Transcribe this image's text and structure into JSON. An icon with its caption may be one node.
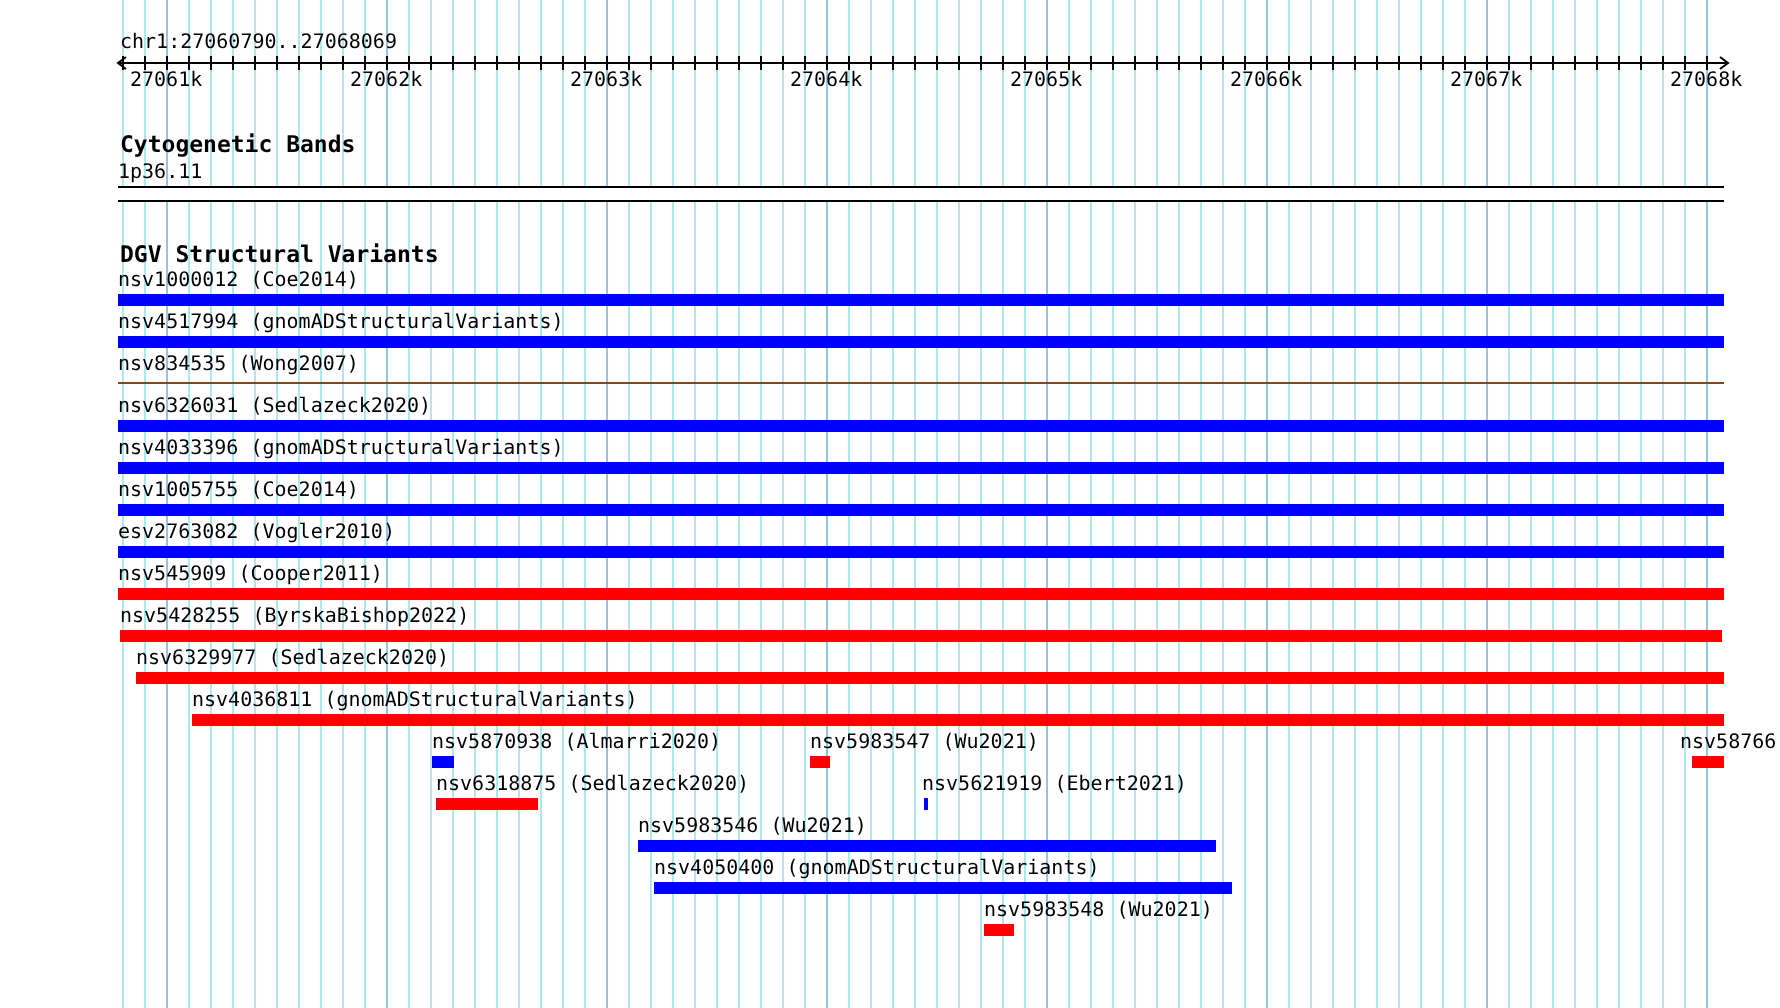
{
  "diagram": {
    "nodes": [
      {
        "text": [
          "1p36.11"
        ]
      },
      {
        "text": [
          "nsv1000012 (Coe2014)"
        ]
      },
      {
        "text": [
          "nsv4517994 (gnomADStructuralVariants)"
        ]
      },
      {
        "text": [
          "nsv834535 (Wong2007)"
        ]
      },
      {
        "text": [
          "nsv6326031 (Sedlazeck2020)"
        ]
      },
      {
        "text": [
          "nsv4033396 (gnomADStructuralVariants)"
        ]
      },
      {
        "text": [
          "nsv1005755 (Coe2014)"
        ]
      },
      {
        "text": [
          "esv2763082 (Vogler2010)"
        ]
      },
      {
        "text": [
          "nsv545909 (Cooper2011)"
        ]
      },
      {
        "text": [
          "nsv5428255 (ByrskaBishop2022)"
        ]
      },
      {
        "text": [
          "nsv6329977 (Sedlazeck2020)"
        ]
      },
      {
        "text": [
          "nsv4036811 (gnomADStructuralVariants)"
        ]
      },
      {
        "text": [
          "nsv5870938 (Almarri2020)"
        ]
      },
      {
        "text": [
          "nsv5983547 (Wu2021)"
        ]
      },
      {
        "text": [
          "nsv58766"
        ]
      },
      {
        "text": [
          "nsv6318875 (Sedlazeck2020)"
        ]
      },
      {
        "text": [
          "nsv5621919 (Ebert2021)"
        ]
      },
      {
        "text": [
          "nsv5983546 (Wu2021)"
        ]
      },
      {
        "text": [
          "nsv4050400 (gnomADStructuralVariants)"
        ]
      },
      {
        "text": [
          "nsv5983548 (Wu2021)"
        ]
      }
    ],
    "labels": [
      "chr1:27060790..27068069",
      "27061k",
      "27062k",
      "27063k",
      "27064k",
      "27065k",
      "27066k",
      "27067k",
      "27068k",
      "Cytogenetic Bands",
      "DGV Structural Variants"
    ]
  }
}
